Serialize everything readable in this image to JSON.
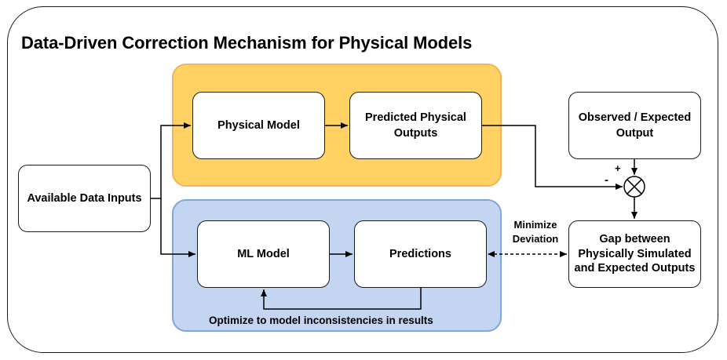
{
  "title": "Data-Driven Correction Mechanism for Physical Models",
  "nodes": {
    "inputs": "Available Data Inputs",
    "physical_model": "Physical Model",
    "predicted_physical_outputs": "Predicted Physical Outputs",
    "observed_output": "Observed / Expected Output",
    "ml_model": "ML Model",
    "predictions": "Predictions",
    "gap": "Gap between Physically Simulated and Expected Outputs"
  },
  "labels": {
    "minimize_deviation": "Minimize Deviation",
    "optimize_caption": "Optimize to model inconsistencies in results",
    "plus": "+",
    "minus": "-"
  },
  "colors": {
    "physical_panel_fill": "#ffd263",
    "physical_panel_border": "#f5b25a",
    "ml_panel_fill": "#c3d5f0",
    "ml_panel_border": "#7ea6e0"
  }
}
